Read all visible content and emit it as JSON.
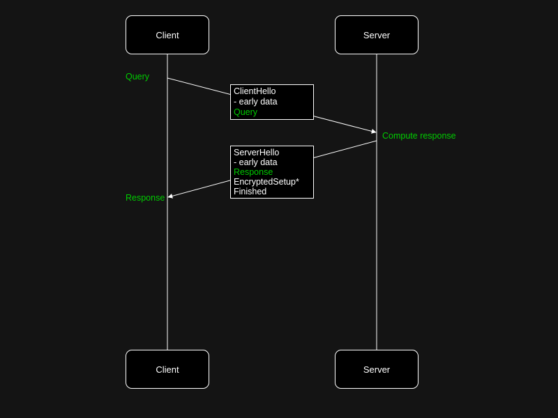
{
  "colors": {
    "background": "#141414",
    "foreground": "#ffffff",
    "green": "#00cc00"
  },
  "actors": {
    "client": "Client",
    "server": "Server"
  },
  "labels": {
    "query": "Query",
    "compute_response": "Compute response",
    "response": "Response"
  },
  "message1": {
    "line1": "ClientHello",
    "line2": "- early data",
    "line3": "Query"
  },
  "message2": {
    "line1": "ServerHello",
    "line2": "- early data",
    "line3": "Response",
    "line4": "EncryptedSetup*",
    "line5": "Finished"
  }
}
